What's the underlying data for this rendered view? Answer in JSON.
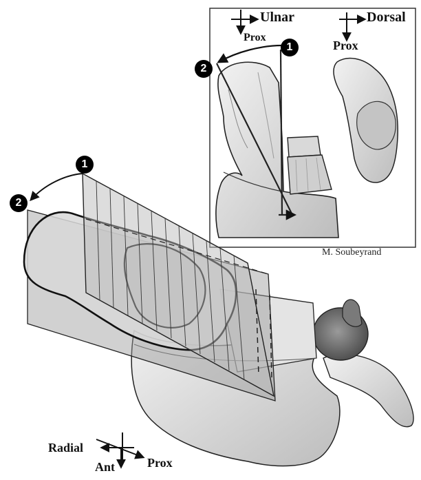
{
  "inset": {
    "axis_right_label": "Ulnar",
    "axis_down_label": "Prox",
    "axis2_right_label": "Dorsal",
    "axis2_down_label": "Prox",
    "marker_1": "1",
    "marker_2": "2",
    "credit": "M. Soubeyrand"
  },
  "main": {
    "marker_1": "1",
    "marker_2": "2",
    "axis_left_label": "Radial",
    "axis_down_label": "Ant",
    "axis_right_label": "Prox"
  },
  "colors": {
    "ink": "#111111",
    "bone_light": "#e6e6e6",
    "bone_shade": "#b5b5b5",
    "plane_fill": "#9a9a9a"
  }
}
